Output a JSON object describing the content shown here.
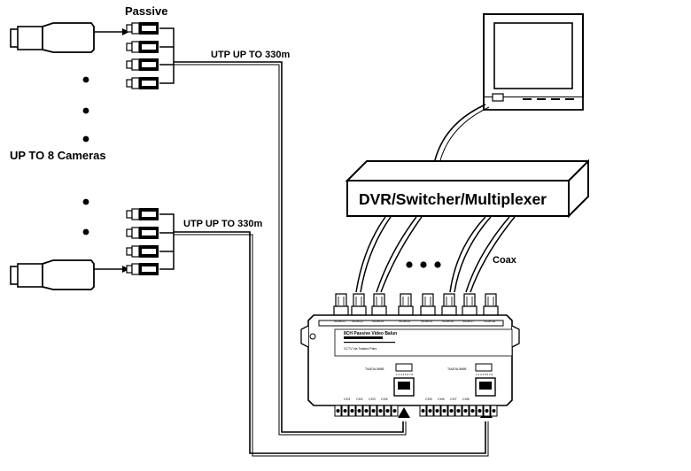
{
  "labels": {
    "passive": "Passive",
    "utp_top": "UTP UP TO 330m",
    "utp_bottom": "UTP UP TO 330m",
    "cameras": "UP TO 8 Cameras",
    "coax": "Coax",
    "dvr": "DVR/Switcher/Multiplexer"
  },
  "balun": {
    "title": "8CH Passive Video Balun",
    "subtitle": "CCTV Via Twisted Pairs",
    "ports": [
      "VIDEO1",
      "VIDEO2",
      "VIDEO3",
      "VIDEO4",
      "VIDEO5",
      "VIDEO6",
      "VIDEO7",
      "VIDEO8"
    ],
    "rj45_left_label": "TIA/EIA-568B",
    "rj45_right_label": "TIA/EIA-568B",
    "rj45_pins": "1 2 3 4 5 6 7 8",
    "channels_left": [
      "CH1",
      "CH2",
      "CH3",
      "CH4"
    ],
    "channels_right": [
      "CH5",
      "CH6",
      "CH7",
      "CH8"
    ]
  },
  "ellipsis": "• • •"
}
